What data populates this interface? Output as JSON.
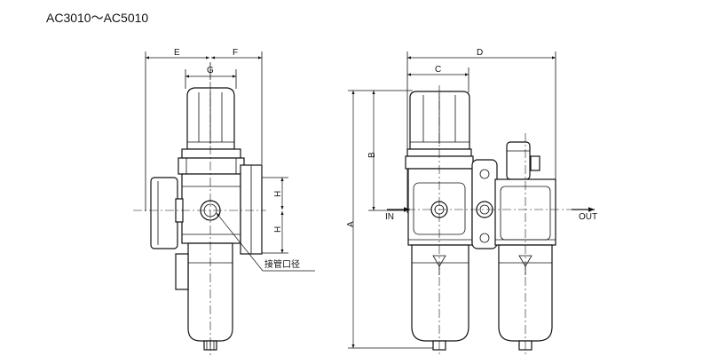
{
  "title": "AC3010～AC5010",
  "labels": {
    "E": "E",
    "F": "F",
    "G": "G",
    "H_upper": "H",
    "H_lower": "H",
    "port_note": "接管口径",
    "D": "D",
    "C": "C",
    "B": "B",
    "A": "A",
    "in": "IN",
    "out": "OUT"
  }
}
